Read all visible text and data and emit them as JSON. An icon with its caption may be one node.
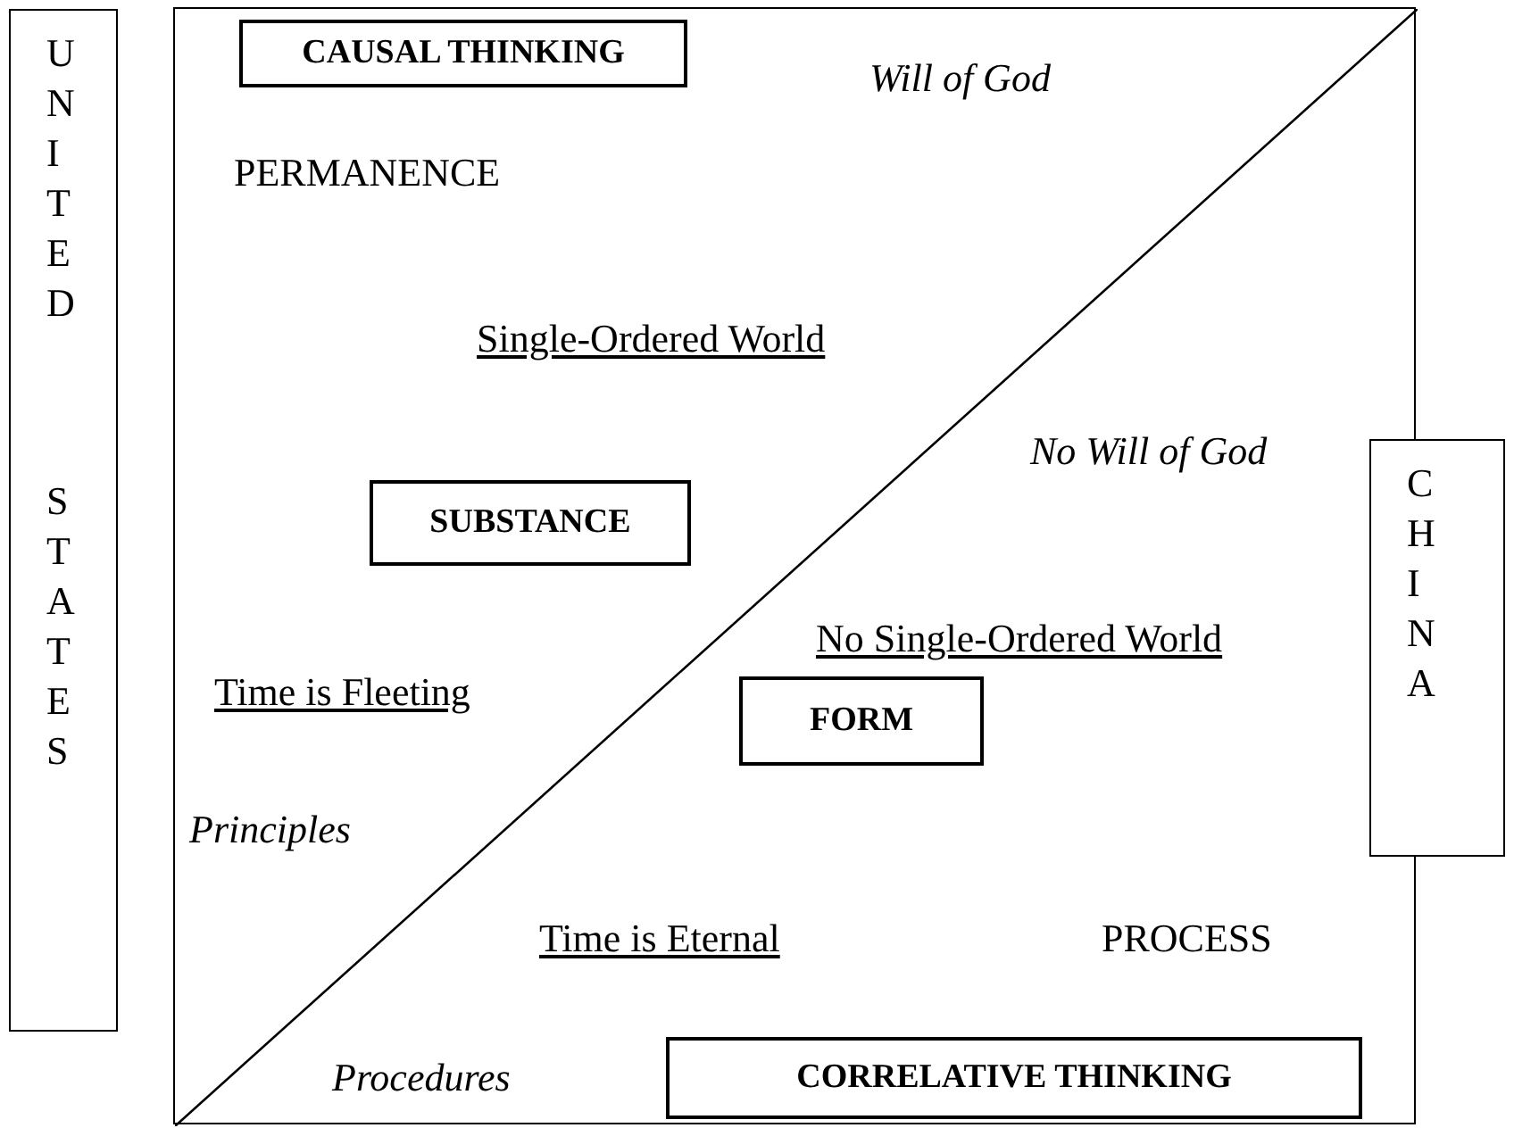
{
  "diagram": {
    "nodes": [
      {
        "text": [
          "UNITED STATES"
        ]
      },
      {
        "text": [],
        "shape": "box"
      },
      {
        "text": [
          "CAUSAL THINKING"
        ],
        "in": 1
      },
      {
        "text": [
          "SUBSTANCE"
        ],
        "in": 1
      },
      {
        "text": [
          "FORM"
        ],
        "in": 1
      },
      {
        "text": [
          "CORRELATIVE THINKING"
        ],
        "in": 1
      },
      {
        "text": [
          "CHINA"
        ]
      }
    ],
    "labels": [
      "Will of God",
      "PERMANENCE",
      "Single-Ordered World",
      "No Will of God",
      "No Single-Ordered World",
      "Time is Fleeting",
      "Principles",
      "Time is Eternal",
      "PROCESS",
      "Procedures"
    ]
  }
}
